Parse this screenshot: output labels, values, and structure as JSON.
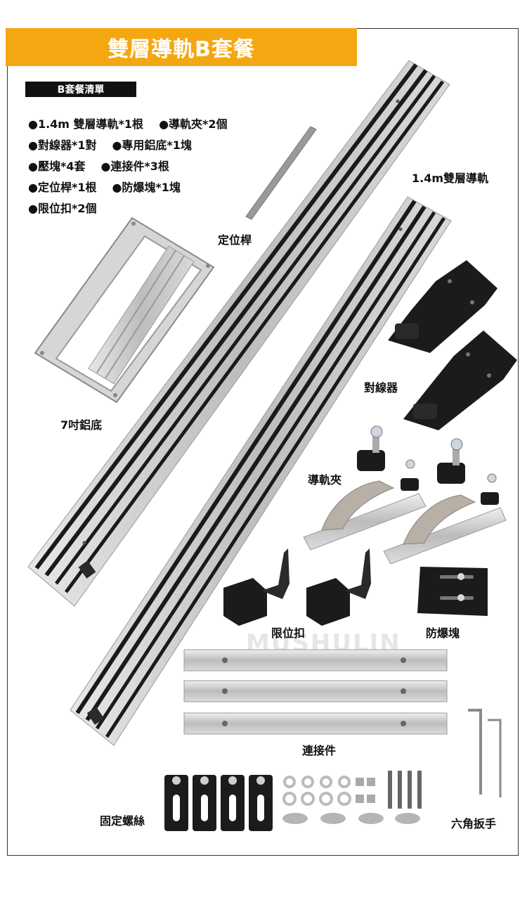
{
  "page": {
    "title": "雙層導軌B套餐",
    "list_header": "B套餐清單",
    "list_rows": [
      [
        "●1.4m 雙層導軌*1根",
        "●導軌夾*2個"
      ],
      [
        "●對線器*1對",
        "●專用鋁底*1塊"
      ],
      [
        "●壓塊*4套",
        "●連接件*3根"
      ],
      [
        "●定位桿*1根",
        "●防爆塊*1塊"
      ],
      [
        "●限位扣*2個"
      ]
    ]
  },
  "labels": {
    "rail": "1.4m雙層導軌",
    "rod": "定位桿",
    "base": "7吋鋁底",
    "aligner": "對線器",
    "clamp": "導軌夾",
    "stop": "限位扣",
    "antiburst": "防爆塊",
    "connector": "連接件",
    "screws": "固定螺絲",
    "hexkey": "六角扳手"
  },
  "watermark": "MUSHULIN",
  "colors": {
    "accent": "#f5a712",
    "rail": "#c9c9c9",
    "rail_groove": "#1a1a1a",
    "black_part": "#1b1b1b"
  }
}
